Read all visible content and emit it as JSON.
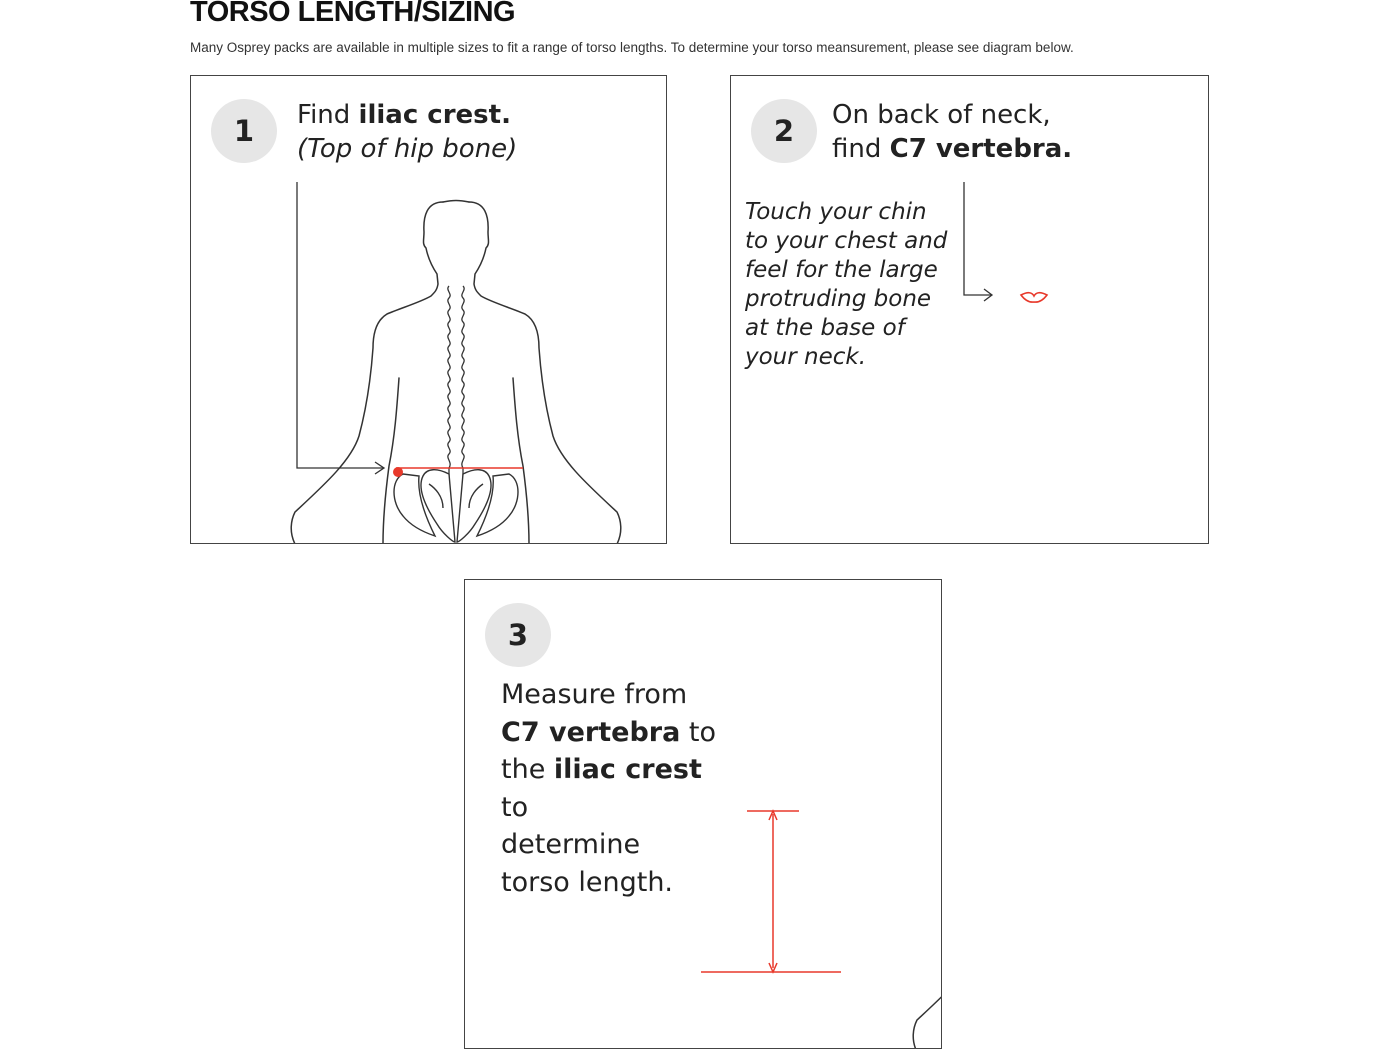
{
  "header": {
    "title": "TORSO LENGTH/SIZING",
    "intro": "Many Osprey packs are available in multiple sizes to fit a range of torso lengths. To determine your torso meansurement, please see diagram below."
  },
  "steps": [
    {
      "number": "1",
      "line1_pre": "Find ",
      "line1_bold": "iliac crest.",
      "line2": "(Top of hip bone)"
    },
    {
      "number": "2",
      "line1": "On back of neck,",
      "line2_pre": "find ",
      "line2_bold": "C7 vertebra.",
      "hint_lines": [
        "Touch your chin",
        "to your chest and",
        "feel for the large",
        "protruding bone",
        "at the base of",
        "your neck."
      ]
    },
    {
      "number": "3",
      "text_1": "Measure from",
      "bold_1": "C7 vertebra",
      "text_2": " to",
      "text_3": "the ",
      "bold_2": "iliac crest",
      "text_4": "to",
      "text_5": "determine",
      "text_6": "torso length."
    }
  ],
  "colors": {
    "accent_red": "#e8392b",
    "circle_fill": "#e6e6e6",
    "outline": "#333333"
  }
}
